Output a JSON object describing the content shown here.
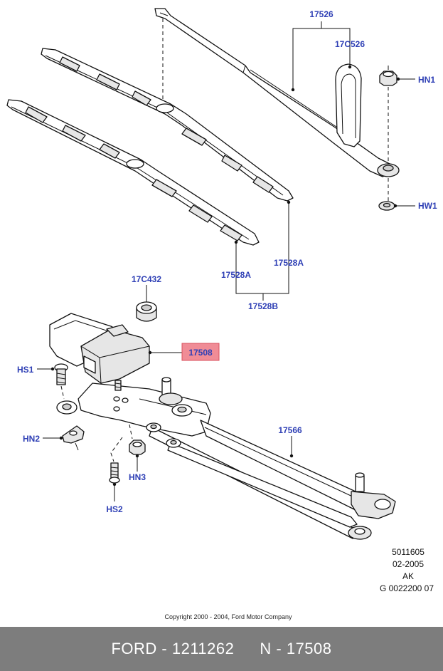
{
  "colors": {
    "label": "#2e3fb5",
    "highlight_fill": "#f08c96",
    "highlight_border": "#d9505e",
    "footer_bg": "#7d7d7d",
    "footer_text": "#ffffff"
  },
  "callouts": {
    "arm_17526": "17526",
    "cover_17c526": "17C526",
    "nut_hn1": "HN1",
    "washer_hw1": "HW1",
    "blade_17528a_left": "17528A",
    "blade_17528a_right": "17528A",
    "blade_set_17528b": "17528B",
    "grommet_17c432": "17C432",
    "motor_17508": "17508",
    "bolt_hs1": "HS1",
    "nut_hn2": "HN2",
    "nut_hn3": "HN3",
    "bolt_hs2": "HS2",
    "linkage_17566": "17566"
  },
  "highlighted_part": "17508",
  "drawing_info": {
    "line1": "5011605",
    "line2": "02-2005",
    "line3": "AK",
    "line4": "G 0022200 07"
  },
  "copyright": "Copyright 2000 - 2004, Ford Motor Company",
  "footer": {
    "brand_part": "FORD - 1211262",
    "ref": "N - 17508"
  }
}
